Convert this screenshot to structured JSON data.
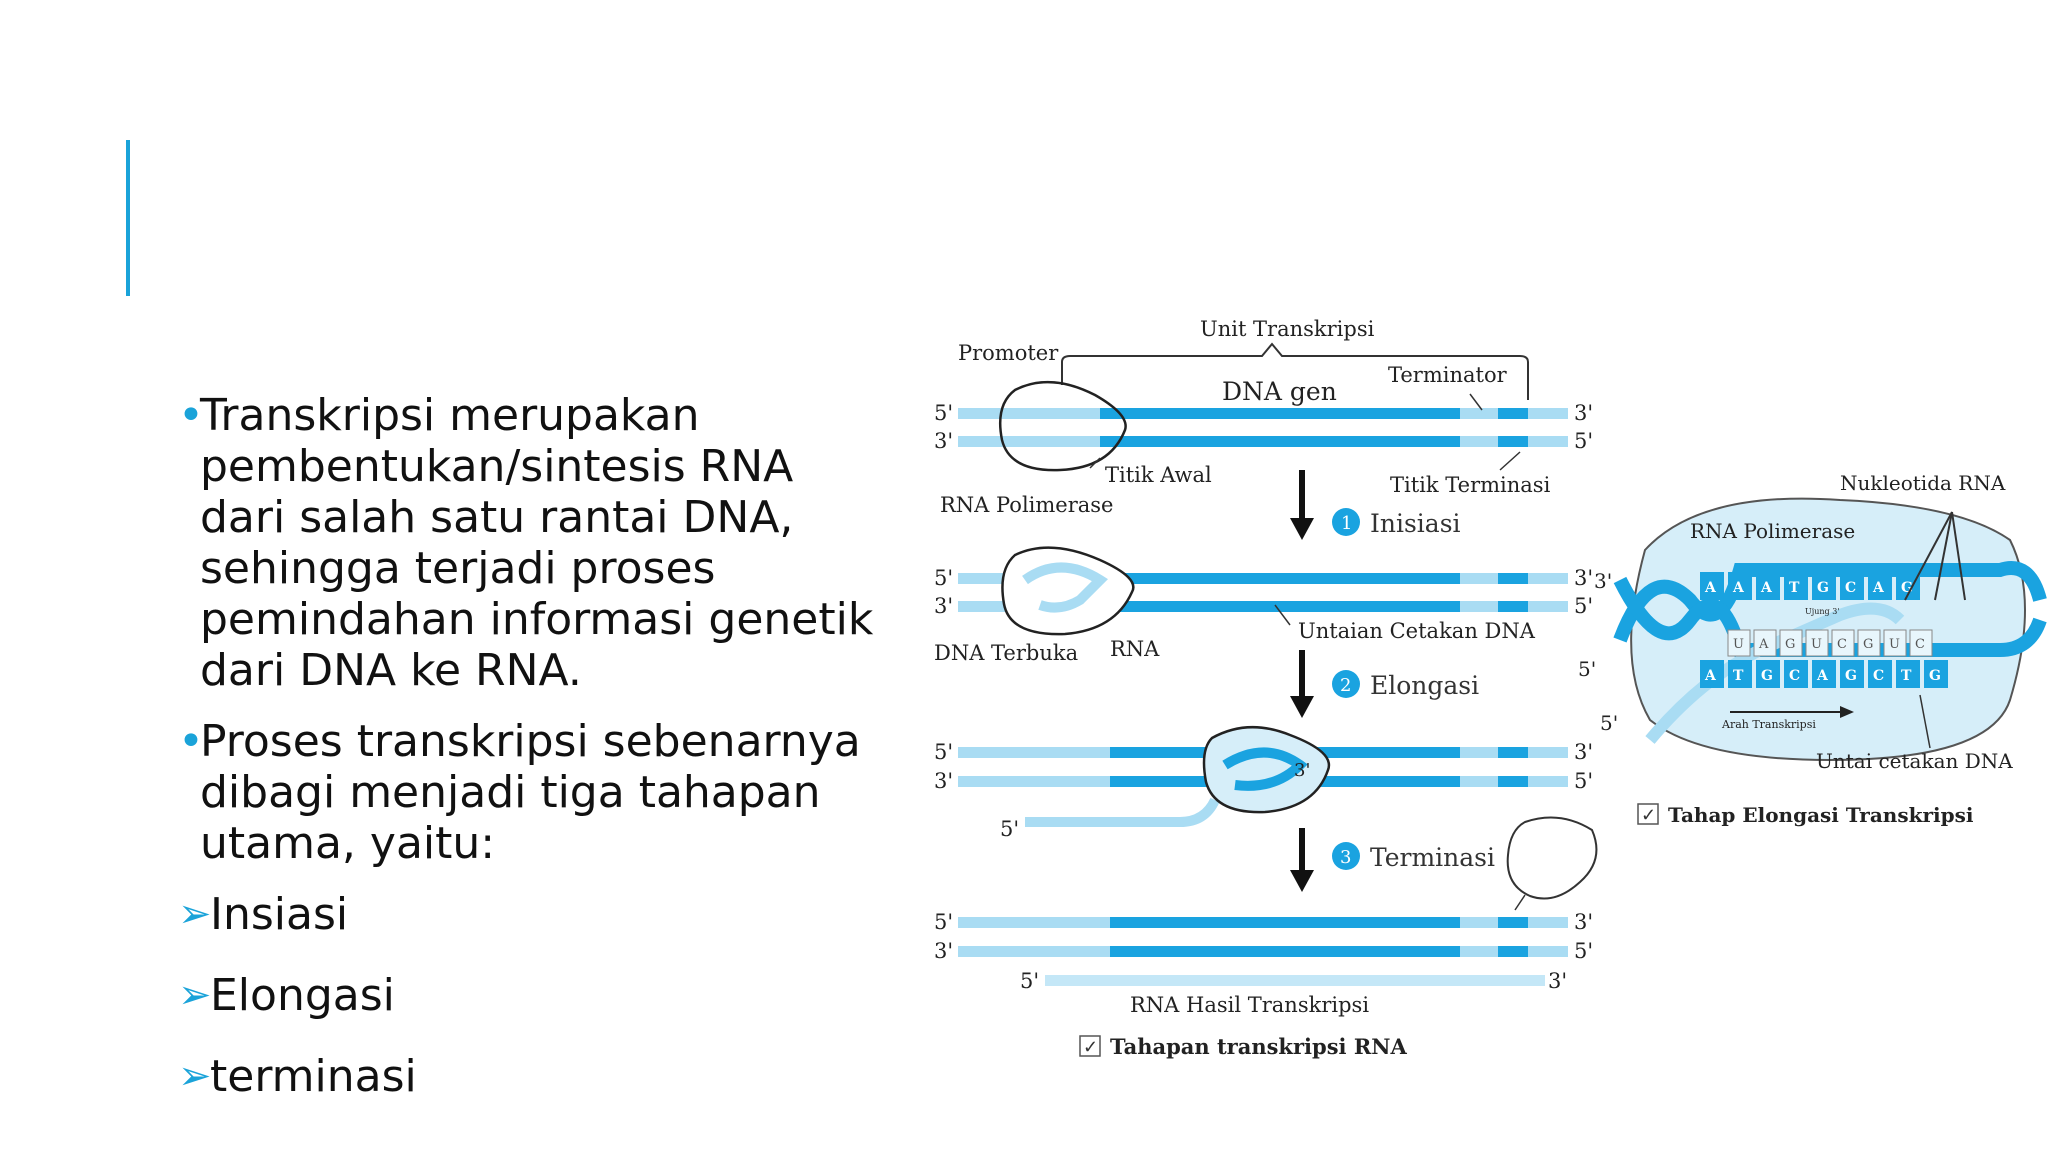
{
  "slide": {
    "bullets": [
      "Transkripsi merupakan\npembentukan/sintesis RNA\ndari salah satu rantai DNA,\nsehingga terjadi proses\npemindahan informasi genetik\ndari DNA ke RNA.",
      "Proses transkripsi sebenarnya\ndibagi menjadi tiga tahapan\nutama, yaitu:"
    ],
    "sub_items": [
      "Insiasi",
      "Elongasi",
      "terminasi"
    ]
  },
  "diagram_left": {
    "unit_transkripsi": "Unit Transkripsi",
    "promoter": "Promoter",
    "dna_gen": "DNA gen",
    "terminator": "Terminator",
    "titik_awal": "Titik Awal",
    "titik_terminasi": "Titik Terminasi",
    "rna_polimerase": "RNA Polimerase",
    "step1_num": "1",
    "step1": "Inisiasi",
    "untaian_cetakan": "Untaian Cetakan DNA",
    "dna_terbuka": "DNA Terbuka",
    "rna": "RNA",
    "step2_num": "2",
    "step2": "Elongasi",
    "step3_num": "3",
    "step3": "Terminasi",
    "rna_hasil": "RNA Hasil Transkripsi",
    "caption": "Tahapan transkripsi RNA",
    "five": "5'",
    "three": "3'"
  },
  "diagram_right": {
    "nukleotida": "Nukleotida RNA",
    "rna_polimerase": "RNA Polimerase",
    "untai_cetakan": "Untai cetakan DNA",
    "arah": "Arah Transkripsi",
    "ujung": "Ujung 3'",
    "caption": "Tahap Elongasi Transkripsi",
    "top_letters": [
      "A",
      "A",
      "A",
      "T",
      "G",
      "C",
      "A",
      "G"
    ],
    "bottom_letters": [
      "A",
      "T",
      "G",
      "C",
      "A",
      "G",
      "C",
      "T",
      "G"
    ],
    "rna_letters": [
      "U",
      "A",
      "G",
      "U",
      "C",
      "G",
      "U",
      "C"
    ]
  },
  "colors": {
    "accent": "#1aa3d9",
    "dna_dark": "#1aa3e0",
    "dna_light": "#a9dcf3",
    "blob": "#d6eef9"
  }
}
